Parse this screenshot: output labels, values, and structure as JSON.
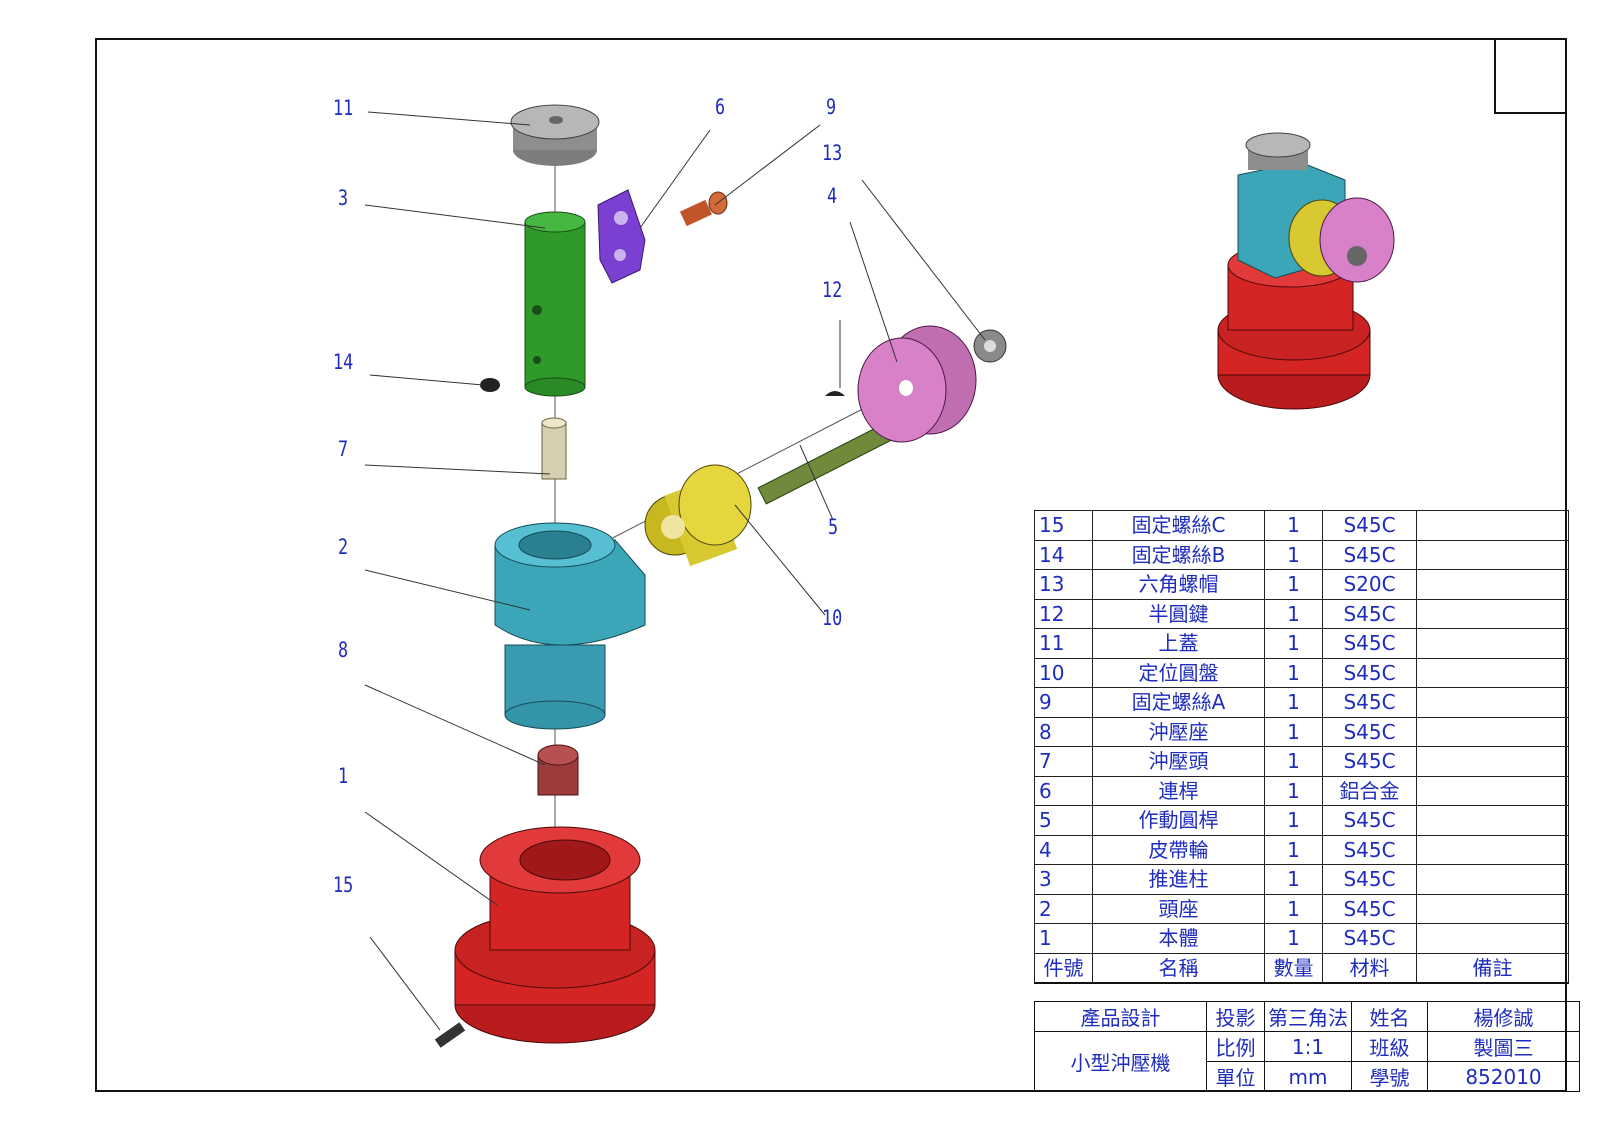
{
  "callouts": [
    "11",
    "6",
    "9",
    "13",
    "3",
    "4",
    "12",
    "14",
    "7",
    "5",
    "2",
    "10",
    "8",
    "1",
    "15"
  ],
  "bom": {
    "header": {
      "no": "件號",
      "name": "名稱",
      "qty": "數量",
      "material": "材料",
      "note": "備註"
    },
    "rows": [
      {
        "no": "15",
        "name": "固定螺絲C",
        "qty": "1",
        "material": "S45C",
        "note": ""
      },
      {
        "no": "14",
        "name": "固定螺絲B",
        "qty": "1",
        "material": "S45C",
        "note": ""
      },
      {
        "no": "13",
        "name": "六角螺帽",
        "qty": "1",
        "material": "S20C",
        "note": ""
      },
      {
        "no": "12",
        "name": "半圓鍵",
        "qty": "1",
        "material": "S45C",
        "note": ""
      },
      {
        "no": "11",
        "name": "上蓋",
        "qty": "1",
        "material": "S45C",
        "note": ""
      },
      {
        "no": "10",
        "name": "定位圓盤",
        "qty": "1",
        "material": "S45C",
        "note": ""
      },
      {
        "no": "9",
        "name": "固定螺絲A",
        "qty": "1",
        "material": "S45C",
        "note": ""
      },
      {
        "no": "8",
        "name": "沖壓座",
        "qty": "1",
        "material": "S45C",
        "note": ""
      },
      {
        "no": "7",
        "name": "沖壓頭",
        "qty": "1",
        "material": "S45C",
        "note": ""
      },
      {
        "no": "6",
        "name": "連桿",
        "qty": "1",
        "material": "鋁合金",
        "note": ""
      },
      {
        "no": "5",
        "name": "作動圓桿",
        "qty": "1",
        "material": "S45C",
        "note": ""
      },
      {
        "no": "4",
        "name": "皮帶輪",
        "qty": "1",
        "material": "S45C",
        "note": ""
      },
      {
        "no": "3",
        "name": "推進柱",
        "qty": "1",
        "material": "S45C",
        "note": ""
      },
      {
        "no": "2",
        "name": "頭座",
        "qty": "1",
        "material": "S45C",
        "note": ""
      },
      {
        "no": "1",
        "name": "本體",
        "qty": "1",
        "material": "S45C",
        "note": ""
      }
    ]
  },
  "title_block": {
    "design_label": "產品設計",
    "product": "小型沖壓機",
    "projection_label": "投影",
    "projection_value": "第三角法",
    "scale_label": "比例",
    "scale_value": "1:1",
    "unit_label": "單位",
    "unit_value": "mm",
    "name_label": "姓名",
    "name_value": "楊修誠",
    "class_label": "班級",
    "class_value": "製圖三",
    "id_label": "學號",
    "id_value": "852010"
  },
  "colors": {
    "line": "#1f2dbd",
    "frame": "#111111",
    "body_red": "#d42424",
    "head_cyan": "#3aa6b8",
    "pusher_green": "#2f9a2a",
    "link_purple": "#7b3fd1",
    "pulley_pink": "#d880c8",
    "disc_yellow": "#d8c832",
    "shaft_green": "#6f8a3a",
    "cap_gray": "#9a9a9a",
    "seat_maroon": "#9c3b3b",
    "punch_tan": "#d8cfb0"
  }
}
